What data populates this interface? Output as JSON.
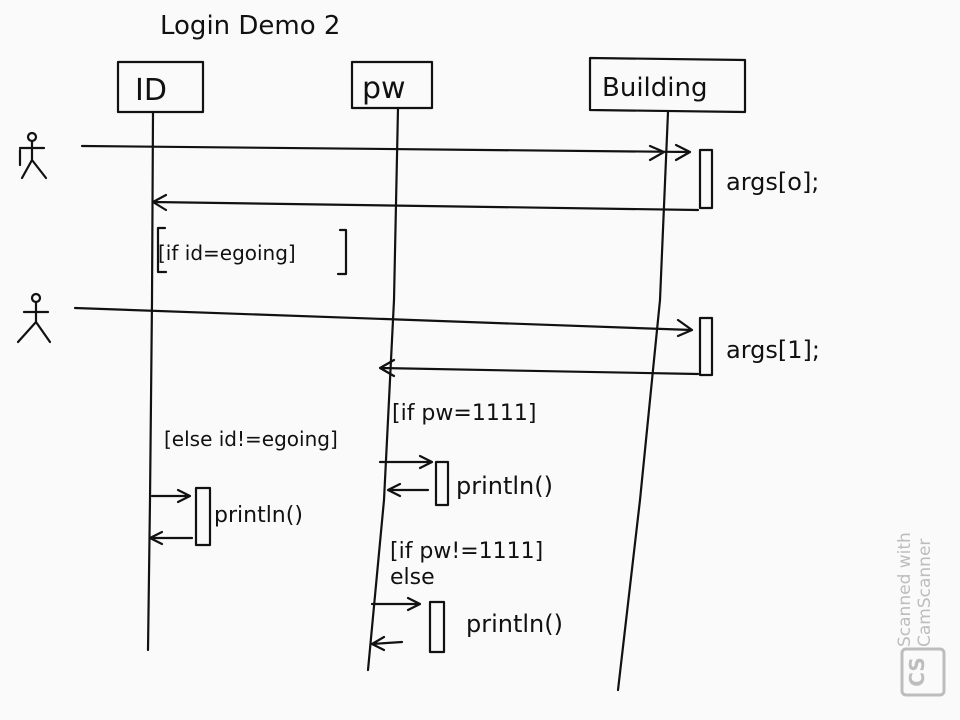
{
  "title": "Login Demo 2",
  "lifelines": [
    {
      "label": "ID"
    },
    {
      "label": "pw"
    },
    {
      "label": "Building"
    }
  ],
  "notes": {
    "args0": "args[o];",
    "args1": "args[1];",
    "if_id": "[if  id=egoing]",
    "else_id": "[else  id!=egoing]",
    "if_pw": "[if  pw=1111]",
    "if_else_pw_line1": "[if   pw!=1111]",
    "if_else_pw_line2": "else",
    "println_id": "println()",
    "println_pw1": "println()",
    "println_pw2": "println()"
  },
  "watermark": {
    "line1": "Scanned with",
    "line2": "CamScanner",
    "logo": "CS",
    "color": "#bdbdbd"
  }
}
